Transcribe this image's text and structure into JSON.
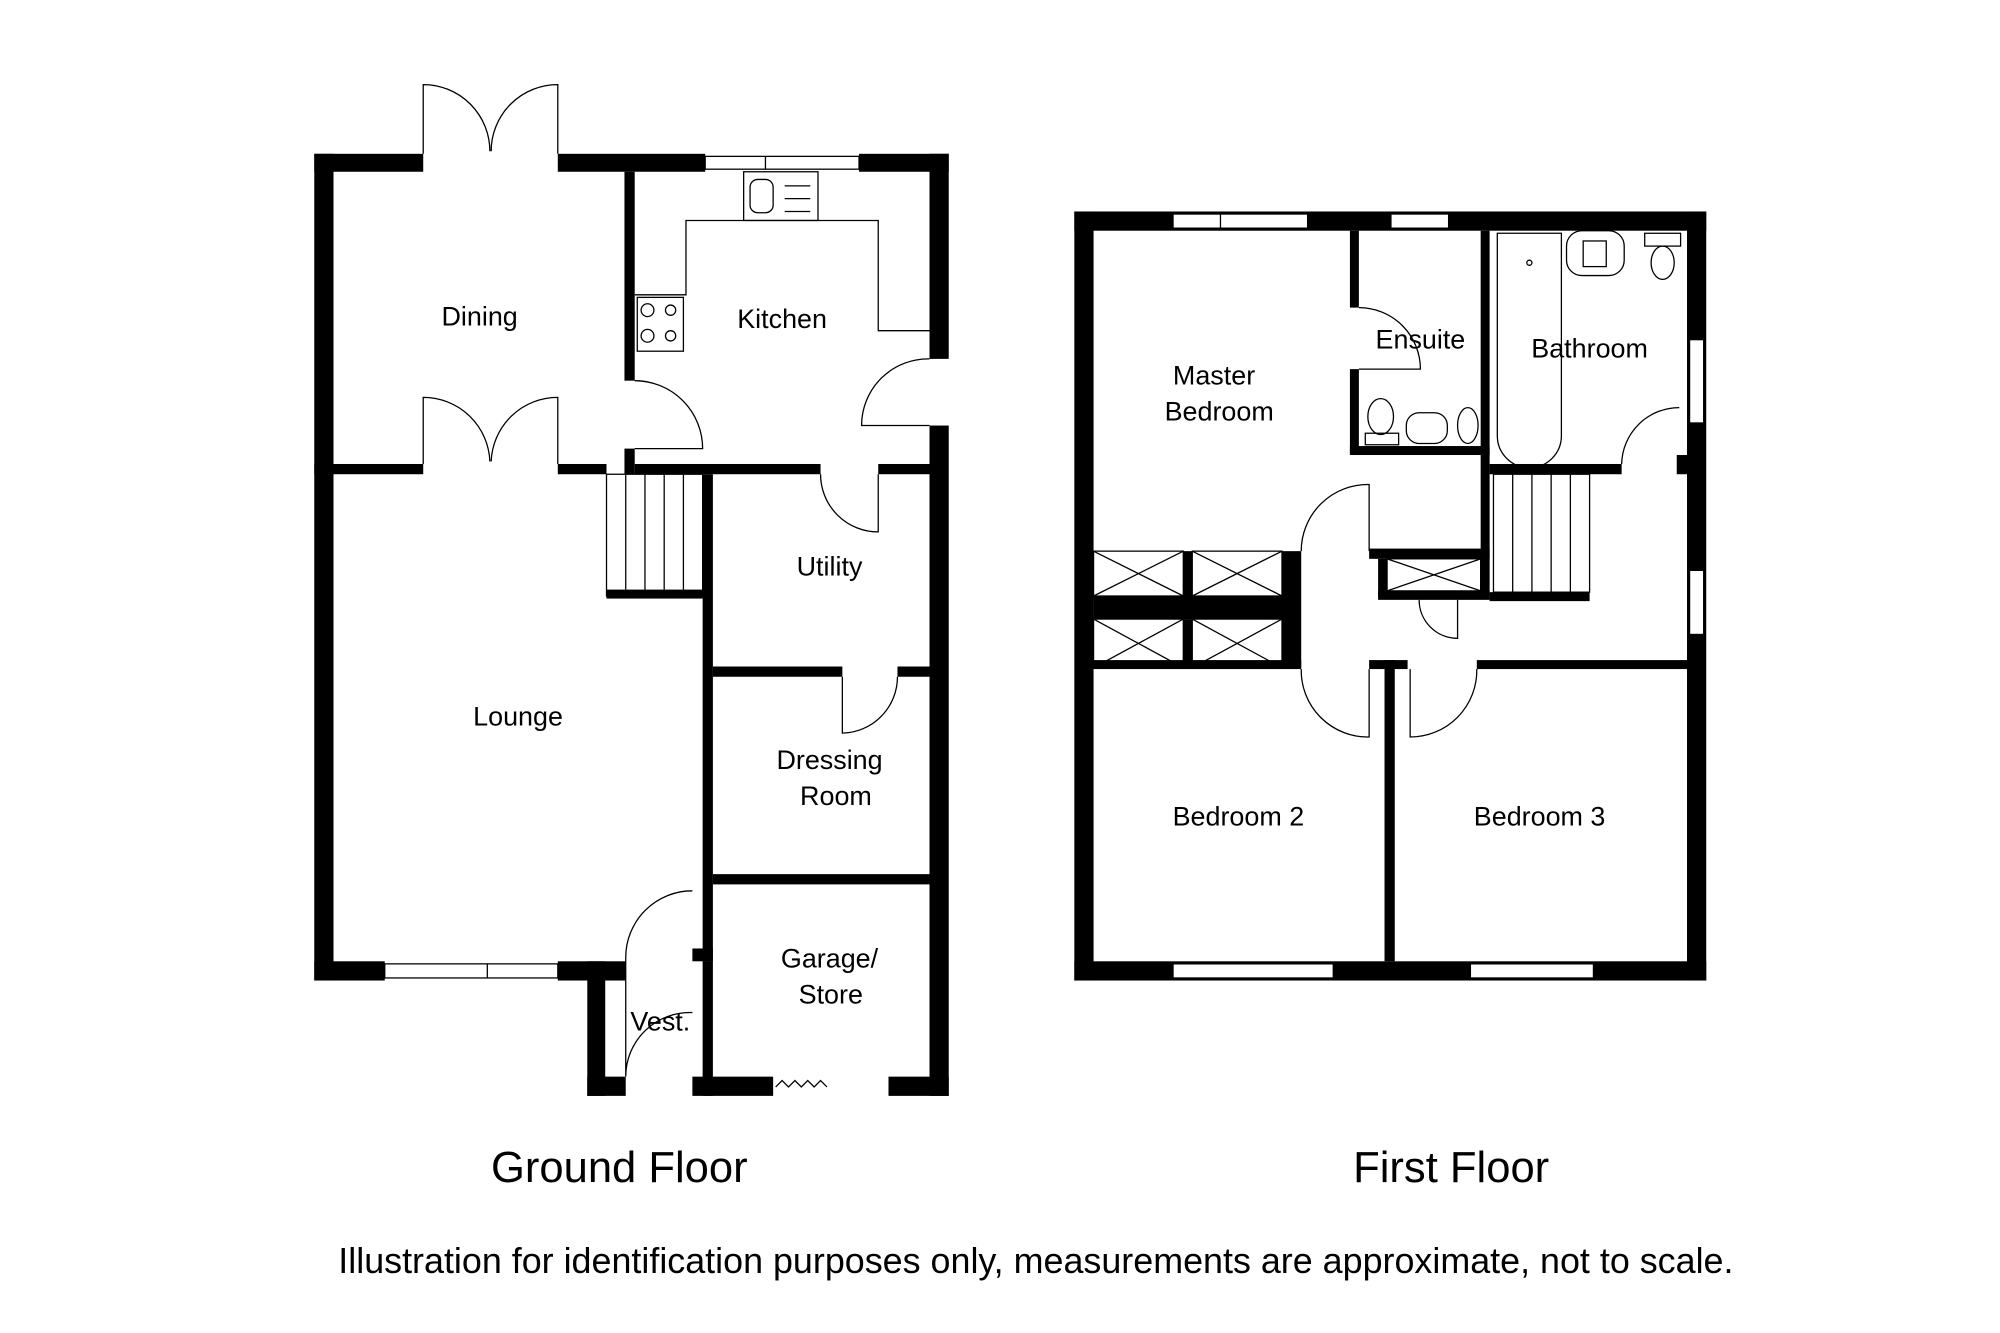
{
  "ground_floor": {
    "title": "Ground Floor",
    "rooms": {
      "dining": "Dining",
      "kitchen": "Kitchen",
      "lounge": "Lounge",
      "utility": "Utility",
      "dressing_line1": "Dressing",
      "dressing_line2": "Room",
      "garage_line1": "Garage/",
      "garage_line2": "Store",
      "vestibule": "Vest."
    }
  },
  "first_floor": {
    "title": "First Floor",
    "rooms": {
      "master_line1": "Master",
      "master_line2": "Bedroom",
      "ensuite": "Ensuite",
      "bathroom": "Bathroom",
      "bedroom2": "Bedroom 2",
      "bedroom3": "Bedroom 3"
    }
  },
  "disclaimer": "Illustration for identification purposes only, measurements are approximate, not to scale."
}
